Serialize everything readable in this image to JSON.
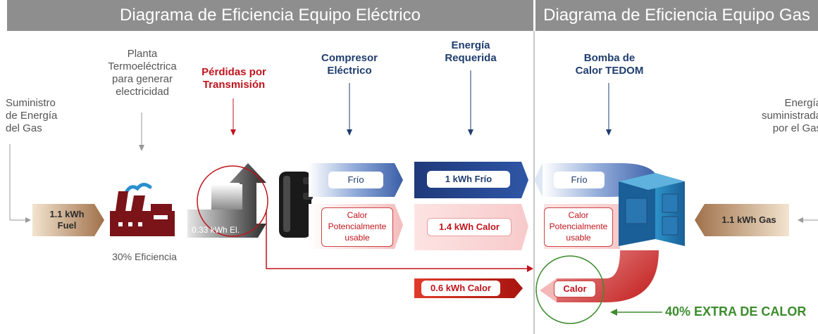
{
  "headers": {
    "electric": "Diagrama de Eficiencia Equipo Eléctrico",
    "gas": "Diagrama de Eficiencia Equipo Gas"
  },
  "labels": {
    "gas_supply": [
      "Suministro",
      "de Energía",
      "del Gas"
    ],
    "power_plant": [
      "Planta",
      "Termoeléctrica",
      "para generar",
      "electricidad"
    ],
    "transmission_loss": [
      "Pérdidas por",
      "Transmisión"
    ],
    "electric_compressor": [
      "Compresor",
      "Eléctrico"
    ],
    "required_energy": [
      "Energía",
      "Requerida"
    ],
    "heat_pump": [
      "Bomba de",
      "Calor TEDOM"
    ],
    "gas_energy": [
      "Energía",
      "suministrada",
      "por el Gas"
    ],
    "efficiency": "30% Eficiencia"
  },
  "boxes": {
    "fuel": [
      "1.1 kWh",
      "Fuel"
    ],
    "electricity": "0.33 kWh El.",
    "cold_left": "Frío",
    "heat_left": [
      "Calor",
      "Potencialmente",
      "usable"
    ],
    "cold_req": "1 kWh Frío",
    "heat_req": "1.4 kWh Calor",
    "heat_loss": "0.6 kWh Calor",
    "cold_right": "Frío",
    "heat_right": [
      "Calor",
      "Potencialmente",
      "usable"
    ],
    "calor": "Calor",
    "gas_in": "1.1 kWh Gas"
  },
  "extra_heat": "40% EXTRA DE CALOR",
  "colors": {
    "header": "#8e8e8e",
    "blue": "#1f3d6e",
    "red": "#c0141c",
    "green": "#3d8b2d"
  }
}
